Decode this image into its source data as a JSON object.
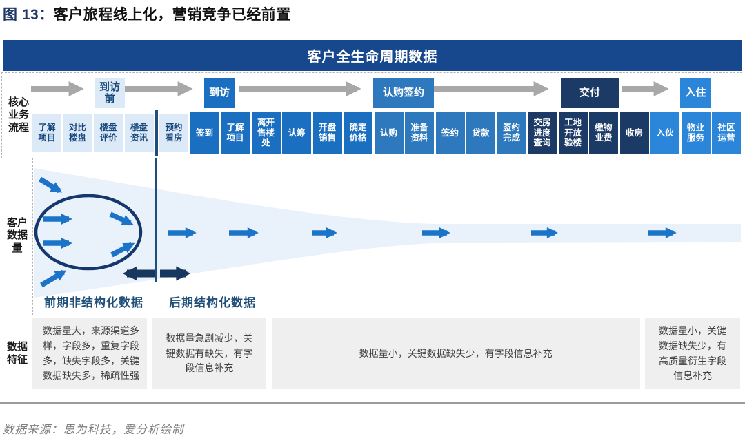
{
  "title": {
    "prefix": "图 13：",
    "text": "客户旅程线上化，营销竞争已经前置"
  },
  "banner": {
    "title": "客户全生命周期数据"
  },
  "process": {
    "row_label": "核心\n业务\n流程",
    "stages": [
      {
        "label": "到访\n前",
        "tone": "light"
      },
      {
        "label": "到访",
        "tone": "blue"
      },
      {
        "label": "认购签约",
        "tone": "mid"
      },
      {
        "label": "交付",
        "tone": "navy"
      },
      {
        "label": "入住",
        "tone": "bright"
      }
    ],
    "steps": [
      {
        "label": "了解\n项目",
        "tone": "light"
      },
      {
        "label": "对比\n楼盘",
        "tone": "light"
      },
      {
        "label": "楼盘\n评价",
        "tone": "light"
      },
      {
        "label": "楼盘\n资讯",
        "tone": "light"
      },
      {
        "divider": true
      },
      {
        "label": "预约\n看房",
        "tone": "light"
      },
      {
        "label": "签到",
        "tone": "blue"
      },
      {
        "label": "了解\n项目",
        "tone": "blue"
      },
      {
        "label": "离开\n售楼\n处",
        "tone": "blue"
      },
      {
        "label": "认筹",
        "tone": "blue"
      },
      {
        "label": "开盘\n销售",
        "tone": "blue"
      },
      {
        "label": "确定\n价格",
        "tone": "blue"
      },
      {
        "label": "认购",
        "tone": "mid"
      },
      {
        "label": "准备\n资料",
        "tone": "mid"
      },
      {
        "label": "签约",
        "tone": "mid"
      },
      {
        "label": "贷款",
        "tone": "mid"
      },
      {
        "label": "签约\n完成",
        "tone": "mid"
      },
      {
        "label": "交房\n进度\n查询",
        "tone": "navy"
      },
      {
        "label": "工地\n开放\n验楼",
        "tone": "navy"
      },
      {
        "label": "缴物\n业费",
        "tone": "navy"
      },
      {
        "label": "收房",
        "tone": "navy"
      },
      {
        "label": "入伙",
        "tone": "bright"
      },
      {
        "label": "物业\n服务",
        "tone": "bright"
      },
      {
        "label": "社区\n运营",
        "tone": "bright"
      }
    ]
  },
  "funnel": {
    "row_label": "客户\n数据\n量",
    "early_label": "前期非结构化数据",
    "late_label": "后期结构化数据"
  },
  "characteristics": {
    "row_label": "数据\n特征",
    "boxes": [
      "数据量大，来源渠道多样，字段多，重复字段多，缺失字段多，关键数据缺失多，稀疏性强",
      "数据量急剧减少，关键数据有缺失，有字段信息补充",
      "数据量小，关键数据缺失少，有字段信息补充",
      "数据量小，关键数据缺失少，有高质量衍生字段信息补充"
    ]
  },
  "footer": {
    "source": "数据来源：思为科技，爱分析绘制"
  },
  "colors": {
    "banner_bg": "#17478C",
    "phase_blue": "#1B6FC1",
    "phase_mid": "#2E79BD",
    "phase_navy": "#1C3A66",
    "phase_bright": "#2B86D9",
    "phase_light_bg": "#DCE9F6",
    "light_text_navy": "#17487E",
    "funnel_fill": "#E9F1FA",
    "accent_navy": "#1F4E79",
    "arrow_blue": "#1B74C8",
    "arrow_gray": "#A8A8A8",
    "char_box_bg": "#EFEFEF"
  }
}
